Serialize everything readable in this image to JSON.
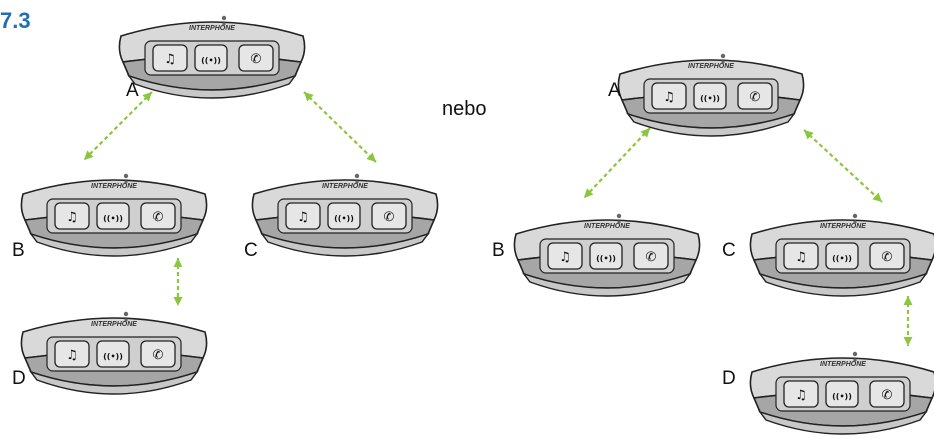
{
  "section_number": "7.3",
  "separator_text": "nebo",
  "brand_text": "INTERPHONE",
  "colors": {
    "link": "#8cc63f",
    "section_number": "#1f6fb2",
    "device_top": "#d9d9d9",
    "device_band": "#a6a6a6",
    "device_bottom": "#c8c8c8",
    "button_face": "#e6e6e6",
    "outline": "#222222"
  },
  "device_buttons": [
    {
      "name": "music-button",
      "icon": "music-note-icon",
      "glyph": "♫"
    },
    {
      "name": "intercom-button",
      "icon": "intercom-waves-icon",
      "glyph": "((•))"
    },
    {
      "name": "phone-button",
      "icon": "phone-icon",
      "glyph": "✆"
    }
  ],
  "topologies": [
    {
      "id": "left",
      "nodes": [
        {
          "label": "A"
        },
        {
          "label": "B"
        },
        {
          "label": "C"
        },
        {
          "label": "D"
        }
      ],
      "links": [
        [
          "A",
          "B"
        ],
        [
          "A",
          "C"
        ],
        [
          "B",
          "D"
        ]
      ]
    },
    {
      "id": "right",
      "nodes": [
        {
          "label": "A"
        },
        {
          "label": "B"
        },
        {
          "label": "C"
        },
        {
          "label": "D"
        }
      ],
      "links": [
        [
          "A",
          "B"
        ],
        [
          "A",
          "C"
        ],
        [
          "C",
          "D"
        ]
      ]
    }
  ]
}
